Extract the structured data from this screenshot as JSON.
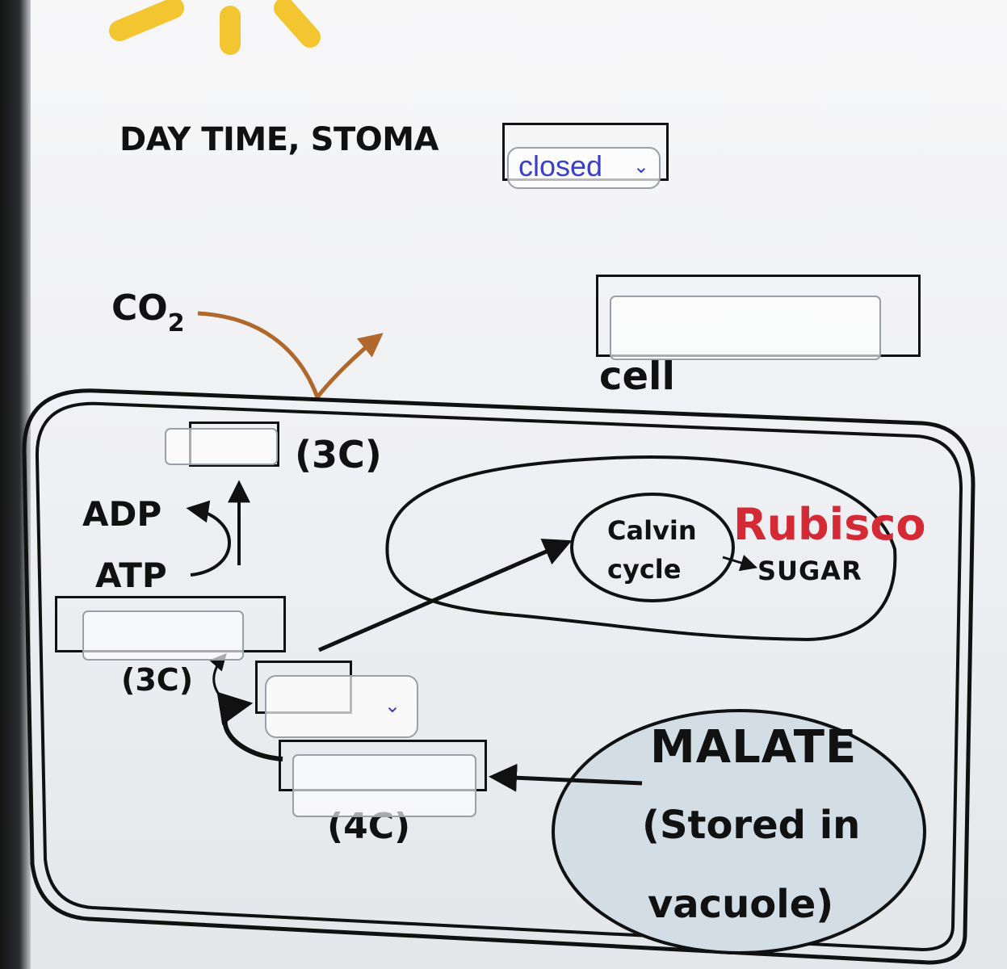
{
  "header": {
    "title": "DAY TIME, STOMA"
  },
  "stoma_select": {
    "value": "closed"
  },
  "labels": {
    "co2": "CO",
    "co2_sub": "2",
    "cell": "cell",
    "three_c_top": "(3C)",
    "adp": "ADP",
    "atp": "ATP",
    "three_c_left": "(3C)",
    "four_c": "(4C)",
    "calvin": "Calvin",
    "cycle": "cycle",
    "rubisco": "Rubisco",
    "sugar": "SUGAR",
    "malate": "MALATE",
    "stored_in": "(Stored in",
    "vacuole": "vacuole)"
  },
  "colors": {
    "co2_arrow": "#b0682c",
    "rubisco": "#d42a35",
    "sun": "#f2c531",
    "vacuole_fill": "#d3dde6",
    "select_text": "#3a3fc7"
  },
  "icons": {
    "sun_rays": "sun-rays-icon",
    "chevron": "chevron-down-icon"
  }
}
